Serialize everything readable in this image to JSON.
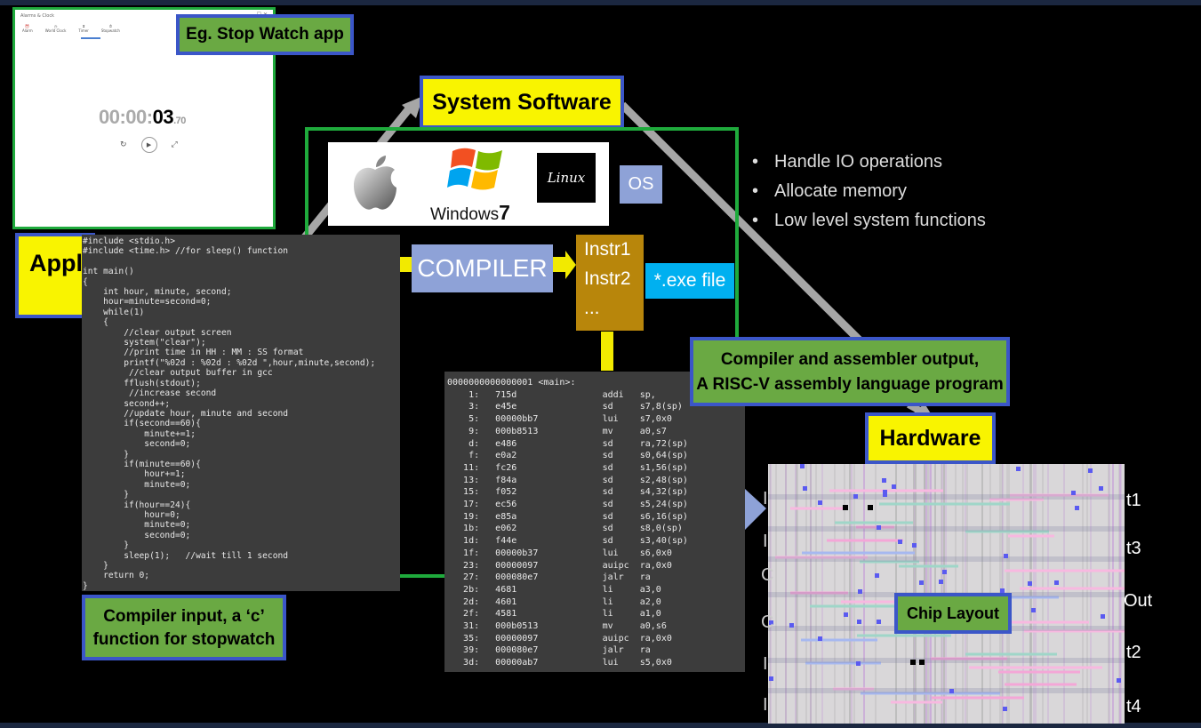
{
  "stopwatch": {
    "window_title": "Alarms & Clock",
    "tabs": [
      "Alarm",
      "World Clock",
      "Timer",
      "Stopwatch"
    ],
    "time_dim": "00:00:",
    "time_bold": "03",
    "time_ms": ".70"
  },
  "callouts": {
    "example_app": "Eg. Stop Watch app",
    "system_software": "System Software",
    "application_partial": "Appl",
    "compiler_input_line1": "Compiler input, a ‘c’",
    "compiler_input_line2": "function for stopwatch",
    "compiler_output_line1": "Compiler and assembler output,",
    "compiler_output_line2": "A RISC-V assembly language program",
    "hardware": "Hardware",
    "chip_layout": "Chip Layout"
  },
  "os": {
    "windows_text": "Windows",
    "windows_version": "7",
    "linux_label": "Linux",
    "os_label": "OS"
  },
  "bullets": [
    "Handle IO operations",
    "Allocate memory",
    "Low level system functions"
  ],
  "pipeline": {
    "compiler": "COMPILER",
    "instr1": "Instr1",
    "instr2": "Instr2",
    "instr_more": "...",
    "exe": "*.exe file"
  },
  "c_code": [
    "#include <stdio.h>",
    "#include <time.h> //for sleep() function",
    "",
    "int main()",
    "{",
    "    int hour, minute, second;",
    "    hour=minute=second=0;",
    "    while(1)",
    "    {",
    "        //clear output screen",
    "        system(\"clear\");",
    "        //print time in HH : MM : SS format",
    "        printf(\"%02d : %02d : %02d \",hour,minute,second);",
    "         //clear output buffer in gcc",
    "        fflush(stdout);",
    "         //increase second",
    "        second++;",
    "        //update hour, minute and second",
    "        if(second==60){",
    "            minute+=1;",
    "            second=0;",
    "        }",
    "        if(minute==60){",
    "            hour+=1;",
    "            minute=0;",
    "        }",
    "        if(hour==24){",
    "            hour=0;",
    "            minute=0;",
    "            second=0;",
    "        }",
    "        sleep(1);   //wait till 1 second",
    "    }",
    "    return 0;",
    "}"
  ],
  "asm_header": "0000000000000001 <main>:",
  "asm_rows": [
    [
      "1:",
      "715d",
      "addi",
      "sp,"
    ],
    [
      "3:",
      "e45e",
      "sd",
      "s7,8(sp)"
    ],
    [
      "5:",
      "00000bb7",
      "lui",
      "s7,0x0"
    ],
    [
      "9:",
      "000b8513",
      "mv",
      "a0,s7"
    ],
    [
      "d:",
      "e486",
      "sd",
      "ra,72(sp)"
    ],
    [
      "f:",
      "e0a2",
      "sd",
      "s0,64(sp)"
    ],
    [
      "11:",
      "fc26",
      "sd",
      "s1,56(sp)"
    ],
    [
      "13:",
      "f84a",
      "sd",
      "s2,48(sp)"
    ],
    [
      "15:",
      "f052",
      "sd",
      "s4,32(sp)"
    ],
    [
      "17:",
      "ec56",
      "sd",
      "s5,24(sp)"
    ],
    [
      "19:",
      "e85a",
      "sd",
      "s6,16(sp)"
    ],
    [
      "1b:",
      "e062",
      "sd",
      "s8,0(sp)"
    ],
    [
      "1d:",
      "f44e",
      "sd",
      "s3,40(sp)"
    ],
    [
      "1f:",
      "00000b37",
      "lui",
      "s6,0x0"
    ],
    [
      "23:",
      "00000097",
      "auipc",
      "ra,0x0"
    ],
    [
      "27:",
      "000080e7",
      "jalr",
      "ra"
    ],
    [
      "2b:",
      "4681",
      "li",
      "a3,0"
    ],
    [
      "2d:",
      "4601",
      "li",
      "a2,0"
    ],
    [
      "2f:",
      "4581",
      "li",
      "a1,0"
    ],
    [
      "31:",
      "000b0513",
      "mv",
      "a0,s6"
    ],
    [
      "35:",
      "00000097",
      "auipc",
      "ra,0x0"
    ],
    [
      "39:",
      "000080e7",
      "jalr",
      "ra"
    ],
    [
      "3d:",
      "00000ab7",
      "lui",
      "s5,0x0"
    ]
  ],
  "chip_pins": [
    "t1",
    "t3",
    "Out",
    "t2",
    "t4"
  ],
  "chip_side_letters": [
    "I",
    "I",
    "C",
    "C",
    "I",
    "I"
  ],
  "colors": {
    "callout_border": "#3b56c8",
    "callout_green": "#6aa943",
    "callout_yellow": "#f9f400",
    "frame_green": "#1faa3c",
    "compiler_blue": "#8ea2d7",
    "instr_gold": "#b8860b",
    "exe_cyan": "#00b0f0"
  }
}
